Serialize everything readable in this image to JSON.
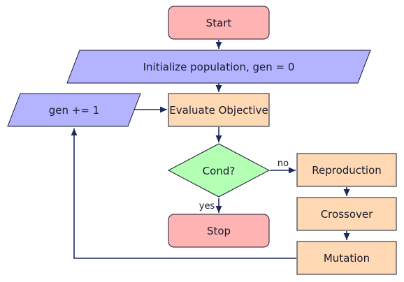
{
  "diagram": {
    "colors": {
      "terminal_fill": "#ffb3b3",
      "io_fill": "#b3b3ff",
      "process_fill": "#ffd9b3",
      "decision_fill": "#b3ffb3",
      "stroke": "#1a1a2e",
      "edge": "#1a2a5a"
    },
    "nodes": {
      "start": {
        "label": "Start",
        "shape": "terminal"
      },
      "init": {
        "label": "Initialize population, gen = 0",
        "shape": "io"
      },
      "gen_inc": {
        "label": "gen += 1",
        "shape": "io"
      },
      "evaluate": {
        "label": "Evaluate Objective",
        "shape": "process"
      },
      "cond": {
        "label": "Cond?",
        "shape": "decision"
      },
      "reproduction": {
        "label": "Reproduction",
        "shape": "process"
      },
      "crossover": {
        "label": "Crossover",
        "shape": "process"
      },
      "mutation": {
        "label": "Mutation",
        "shape": "process"
      },
      "stop": {
        "label": "Stop",
        "shape": "terminal"
      }
    },
    "edges": [
      {
        "from": "start",
        "to": "init",
        "label": ""
      },
      {
        "from": "init",
        "to": "evaluate",
        "label": ""
      },
      {
        "from": "gen_inc",
        "to": "evaluate",
        "label": ""
      },
      {
        "from": "evaluate",
        "to": "cond",
        "label": ""
      },
      {
        "from": "cond",
        "to": "reproduction",
        "label": "no"
      },
      {
        "from": "cond",
        "to": "stop",
        "label": "yes"
      },
      {
        "from": "reproduction",
        "to": "crossover",
        "label": ""
      },
      {
        "from": "crossover",
        "to": "mutation",
        "label": ""
      },
      {
        "from": "mutation",
        "to": "gen_inc",
        "label": ""
      }
    ]
  }
}
